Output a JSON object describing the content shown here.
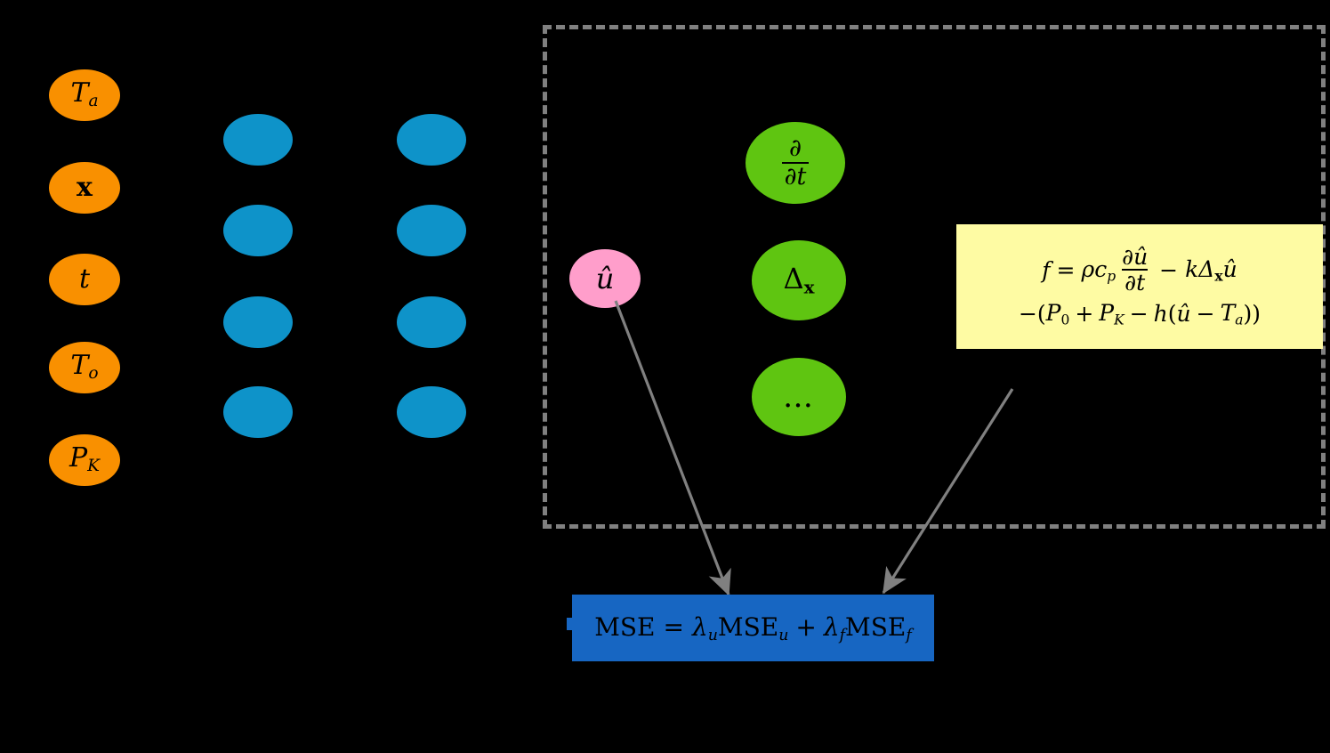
{
  "figure": {
    "title": "Physics-Informed Neural Network (PINN) architecture diagram",
    "background_color": "#000000"
  },
  "colors": {
    "input_node": "#F99000",
    "hidden_node": "#0E93C9",
    "output_node": "#FF9ECB",
    "operator_node": "#5FC511",
    "pde_box": "#FEFBA3",
    "loss_box": "#1766C2",
    "dashed_border": "#808080",
    "arrow": "#808080",
    "text": "#000000"
  },
  "input_layer": {
    "name": "input-layer",
    "nodes": [
      {
        "id": "Ta",
        "label": "T",
        "sub": "a",
        "bold": false
      },
      {
        "id": "x",
        "label": "x",
        "sub": "",
        "bold": true
      },
      {
        "id": "t",
        "label": "t",
        "sub": "",
        "bold": false
      },
      {
        "id": "To",
        "label": "T",
        "sub": "o",
        "bold": false
      },
      {
        "id": "PK",
        "label": "P",
        "sub": "K",
        "bold": false
      }
    ]
  },
  "hidden_layer_1": {
    "name": "hidden-layer-1",
    "node_count": 4,
    "labels": [
      "",
      "",
      "",
      ""
    ]
  },
  "hidden_layer_2": {
    "name": "hidden-layer-2",
    "node_count": 4,
    "labels": [
      "",
      "",
      "",
      ""
    ]
  },
  "output_node": {
    "name": "output-node",
    "label": "û"
  },
  "operator_nodes": {
    "name": "differential-operator-nodes",
    "nodes": [
      {
        "id": "d-dt",
        "numerator": "∂",
        "denominator": "∂t",
        "kind": "fraction"
      },
      {
        "id": "laplace",
        "symbol": "Δ",
        "sub": "x",
        "sub_bold": true,
        "kind": "symbol"
      },
      {
        "id": "more",
        "symbol": "…",
        "kind": "ellipsis"
      }
    ]
  },
  "pde_box": {
    "name": "pde-residual-box",
    "line1": {
      "lhs": "f",
      "eq": "=",
      "coef": "ρc",
      "coef_sub": "p",
      "frac_num": "∂û",
      "frac_den": "∂t",
      "minus": "−",
      "term2": "kΔ",
      "term2_sub": "x",
      "term2_tail": "û"
    },
    "line2": {
      "text_parts": [
        "−(P",
        "0",
        " + P",
        "K",
        " − h(û − T",
        "a",
        "))"
      ]
    },
    "plain_text": "f = ρc_p ∂û/∂t − kΔ_x û − (P_0 + P_K − h(û − T_a))"
  },
  "loss_box": {
    "name": "loss-function-box",
    "lhs": "MSE",
    "eq": "=",
    "lambda_u": "λ",
    "lambda_u_sub": "u",
    "mse_u": "MSE",
    "mse_u_sub": "u",
    "plus": "+",
    "lambda_f": "λ",
    "lambda_f_sub": "f",
    "mse_f": "MSE",
    "mse_f_sub": "f",
    "plain_text": "MSE = λ_u MSE_u + λ_f MSE_f"
  },
  "arrows": [
    {
      "name": "arrow-output-to-loss",
      "from": "output-node",
      "to": "loss-function-box"
    },
    {
      "name": "arrow-pde-to-loss",
      "from": "pde-residual-box",
      "to": "loss-function-box"
    }
  ],
  "dashed_region": {
    "name": "physics-informed-region",
    "style": "dashed"
  }
}
